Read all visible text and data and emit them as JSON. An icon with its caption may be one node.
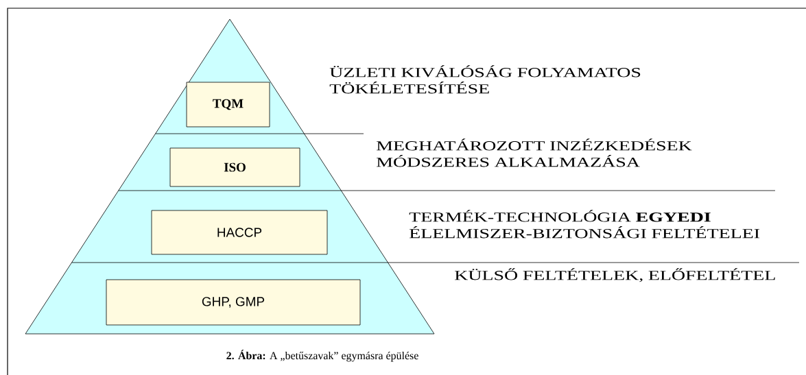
{
  "diagram": {
    "caption": "**2. Ábra:** A „betűszavak” egymásra épülése",
    "nodes": [
      {
        "text": [
          "TQM"
        ]
      },
      {
        "text": [
          "ISO"
        ]
      },
      {
        "text": [
          "HACCP"
        ]
      },
      {
        "text": [
          "GHP, GMP"
        ]
      }
    ],
    "labels": [
      "ÜZLETI KIVÁLÓSÁG FOLYAMATOS TÖKÉLETESÍTÉSE",
      "MEGHATÁROZOTT INZÉZKEDÉSEK MÓDSZERES ALKALMAZÁSA",
      "TERMÉK-TECHNOLÓGIA **EGYEDI** ÉLELMISZER-BIZTONSÁGI FELTÉTELEI",
      "KÜLSŐ FELTÉTELEK, ELŐFELTÉTEL"
    ]
  }
}
